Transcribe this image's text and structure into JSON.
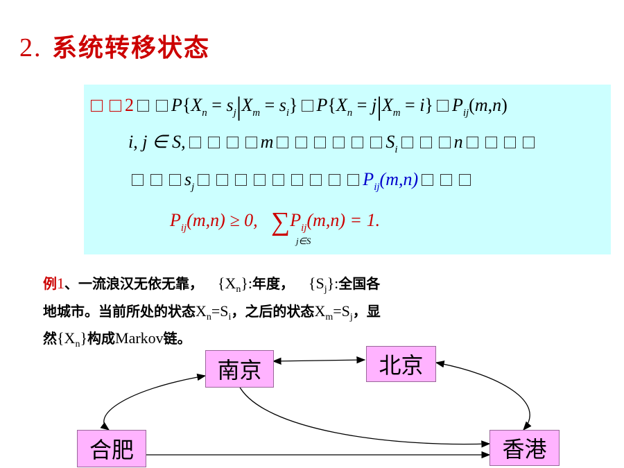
{
  "title": {
    "number": "2.",
    "text": "系统转移状态"
  },
  "definition": {
    "label_num": "2",
    "line1_formula": "P{X_n = s_j | X_m = s_i} P{X_n = j | X_m = i} P_ij(m,n)",
    "line2_a": "i, j ∈ S,",
    "line2_m": "m",
    "line2_S": "S",
    "line2_Ssub": "i",
    "line2_n": "n",
    "line3_s": "s",
    "line3_ssub": "j",
    "line3_P": "P",
    "line3_Psub": "ij",
    "line3_args": "(m,n)",
    "cond1": "(m,n) ≥ 0,",
    "cond2": "(m,n) = 1.",
    "sum_sub": "j∈S"
  },
  "example": {
    "label": "例",
    "num": "1",
    "line1_text": "、一流浪汉无依无靠，",
    "xn_set": "{X",
    "xn_sub": "n",
    "xn_tail": "}:",
    "year": "年度，",
    "sj_set": "{S",
    "sj_sub": "j",
    "sj_tail": "}:",
    "line1_end": "全国各",
    "line2_a": "地城市。当前所处的状态",
    "line2_X": "X",
    "line2_Xsub": "n",
    "line2_eq": "=S",
    "line2_Ssub": "i",
    "line2_b": "，之后的状态",
    "line2_X2": "X",
    "line2_X2sub": "m",
    "line2_eq2": "=S",
    "line2_S2sub": "j",
    "line2_c": "，显",
    "line3_a": "然",
    "line3_set": "{X",
    "line3_sub": "n",
    "line3_tail": "}",
    "line3_b": "构成",
    "line3_markov": "Markov",
    "line3_c": "链。"
  },
  "cities": {
    "nanjing": "南京",
    "beijing": "北京",
    "hefei": "合肥",
    "hongkong": "香港"
  },
  "colors": {
    "title": "#cc0000",
    "box": "#ccffff",
    "city": "#ffb3ff",
    "blue": "#0000cc"
  }
}
